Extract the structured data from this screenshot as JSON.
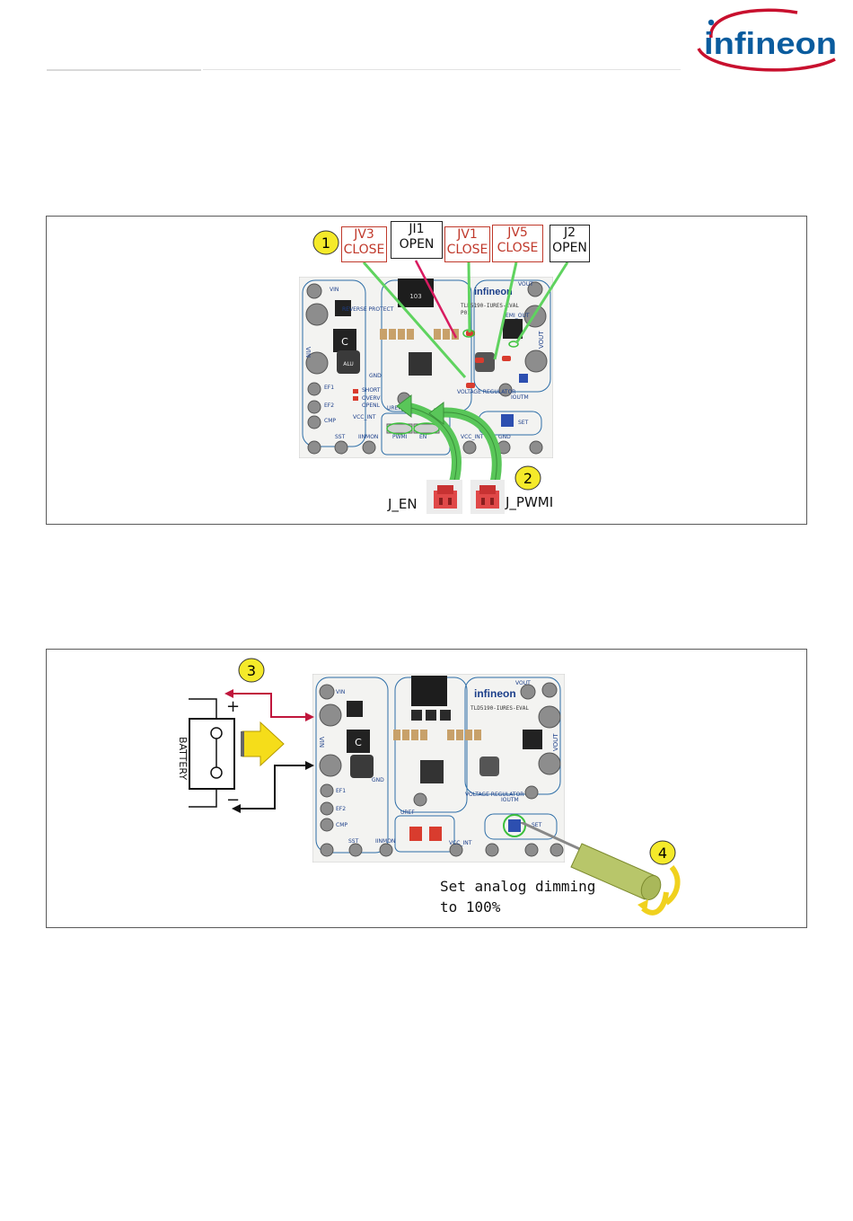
{
  "header": {
    "logo_text": "infineon",
    "brand_color": "#0a5c9e",
    "swoosh_color": "#c8102e"
  },
  "figure1": {
    "markers": [
      "1",
      "2"
    ],
    "labels": [
      {
        "name": "JV3",
        "state": "CLOSE"
      },
      {
        "name": "JI1",
        "state": "OPEN"
      },
      {
        "name": "JV1",
        "state": "CLOSE"
      },
      {
        "name": "JV5",
        "state": "CLOSE"
      },
      {
        "name": "J2",
        "state": "OPEN"
      }
    ],
    "jumpers": [
      "J_EN",
      "J_PWMI"
    ],
    "board": {
      "logo": "infineon",
      "part": "TLD5190-IURES-EVAL",
      "rev": "P01",
      "chip": "103",
      "cap": "ALU",
      "left_label": "VIN",
      "right_label": "VOUT",
      "pins": [
        "VIN",
        "VOUT",
        "GND",
        "EF1",
        "EF2",
        "CMP",
        "SST",
        "IINMON",
        "UREF",
        "VCC_INT",
        "GND",
        "IOUTM",
        "SET"
      ],
      "small_labels": [
        "REVERSE PROTECT",
        "VOLTAGE REGULATOR",
        "SHORT",
        "OVERV",
        "OPENL",
        "PWMI",
        "EN",
        "VCC_INT",
        "EMI_OUT"
      ]
    }
  },
  "figure2": {
    "markers": [
      "3",
      "4"
    ],
    "battery_label": "BATTERY",
    "plus": "+",
    "minus": "−",
    "caption_line1": "Set analog dimming",
    "caption_line2": "to 100%"
  }
}
